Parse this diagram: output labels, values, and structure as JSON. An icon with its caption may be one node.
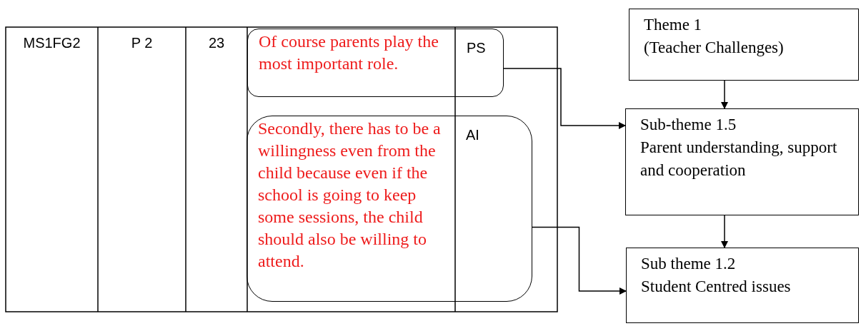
{
  "diagram": {
    "nodes": [
      {
        "text": [
          "Of course parents play the most important role.",
          "PS"
        ]
      },
      {
        "text": [
          "Secondly, there has to be a willingness even from the child because even if the school is going to keep some sessions, the child should also be willing to attend.",
          "AI"
        ]
      },
      {
        "text": [
          "Theme 1",
          "(Teacher Challenges)"
        ]
      },
      {
        "text": [
          "Sub-theme 1.5",
          "Parent understanding, support and cooperation"
        ]
      },
      {
        "text": [
          "Sub theme 1.2",
          "Student Centred issues"
        ]
      }
    ],
    "edges": [
      {
        "from": 0,
        "to": 3,
        "arrow": "to"
      },
      {
        "from": 2,
        "to": 3,
        "arrow": "to"
      },
      {
        "from": 3,
        "to": 4,
        "arrow": "to"
      },
      {
        "from": 1,
        "to": 4,
        "arrow": "to"
      }
    ],
    "labels": [
      "MS1FG2",
      "P 2",
      "23"
    ]
  }
}
